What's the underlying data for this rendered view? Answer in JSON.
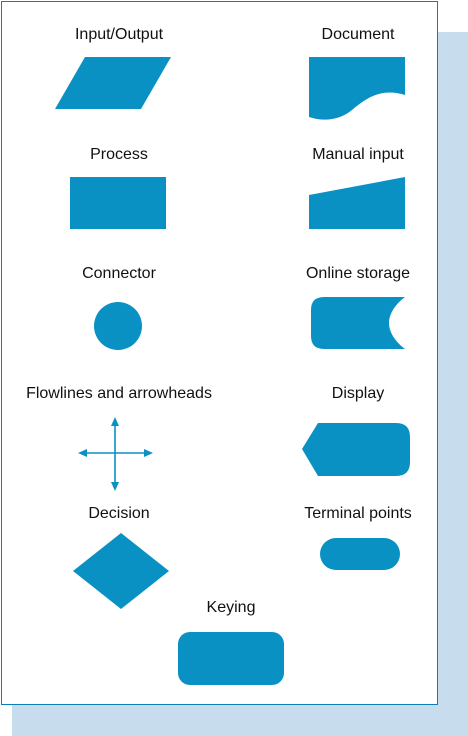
{
  "colors": {
    "shape_fill": "#0a91c4",
    "border": "#0b7fb8",
    "shadow": "#c7dced",
    "text": "#111111"
  },
  "symbols": {
    "input_output": {
      "label": "Input/Output"
    },
    "document": {
      "label": "Document"
    },
    "process": {
      "label": "Process"
    },
    "manual_input": {
      "label": "Manual input"
    },
    "connector": {
      "label": "Connector"
    },
    "online_storage": {
      "label": "Online storage"
    },
    "flowlines": {
      "label": "Flowlines and arrowheads"
    },
    "display": {
      "label": "Display"
    },
    "decision": {
      "label": "Decision"
    },
    "terminal_points": {
      "label": "Terminal points"
    },
    "keying": {
      "label": "Keying"
    }
  }
}
